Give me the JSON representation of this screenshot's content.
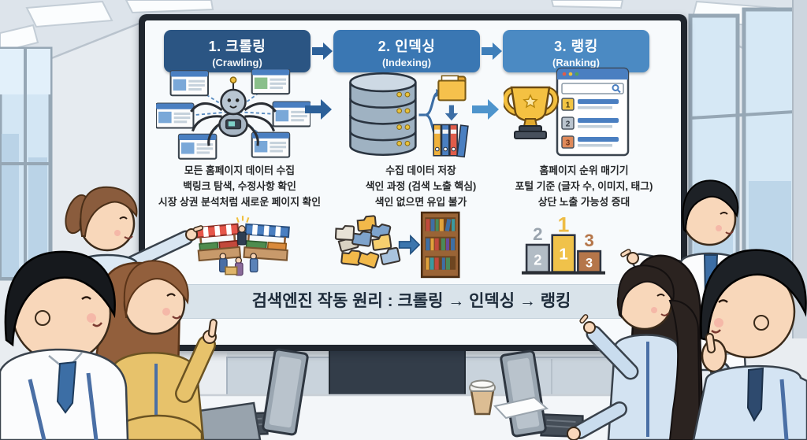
{
  "screen": {
    "steps": [
      {
        "title": "1. 크롤링",
        "subtitle": "(Crawling)",
        "lines": [
          "모든 홈페이지 데이터 수집",
          "백링크 탐색, 수정사항 확인",
          "시장 상권 분석처럼 새로운 페이지 확인"
        ]
      },
      {
        "title": "2. 인덱싱",
        "subtitle": "(Indexing)",
        "lines": [
          "수집 데이터 저장",
          "색인 과정 (검색 노출 핵심)",
          "색인 없으면 유입 불가"
        ]
      },
      {
        "title": "3. 랭킹",
        "subtitle": "(Ranking)",
        "lines": [
          "홈페이지 순위 매기기",
          "포털 기준 (글자 수, 이미지, 태그)",
          "상단 노출 가능성 증대"
        ]
      }
    ],
    "summary": "검색엔진 작동 원리 : 크롤링 → 인덱싱 → 랭킹",
    "ranking_list_badges": [
      "1",
      "2",
      "3"
    ],
    "podium": {
      "first": "1",
      "second": "2",
      "third": "3"
    }
  },
  "colors": {
    "step1_header": "#2b5583",
    "step2_header": "#3a77b3",
    "step3_header": "#4b8ac3",
    "arrow_dark": "#2c6099",
    "arrow_light": "#4e94cc",
    "banner_bg": "#d9e3ea",
    "banner_text": "#1d2b3a",
    "screen_bezel": "#20262e",
    "rank1_gold": "#f0c24a",
    "rank2_silver": "#b2bcc5",
    "rank3_bronze": "#b5764a"
  },
  "icons": {
    "crawl": "robot-spider-crawling-webpages",
    "index": "database-folder-binders",
    "rank": "trophy-search-results",
    "crawl_example": "street-market-scene",
    "index_example": "folder-pile-to-bookshelf",
    "rank_example": "podium-1-2-3"
  }
}
